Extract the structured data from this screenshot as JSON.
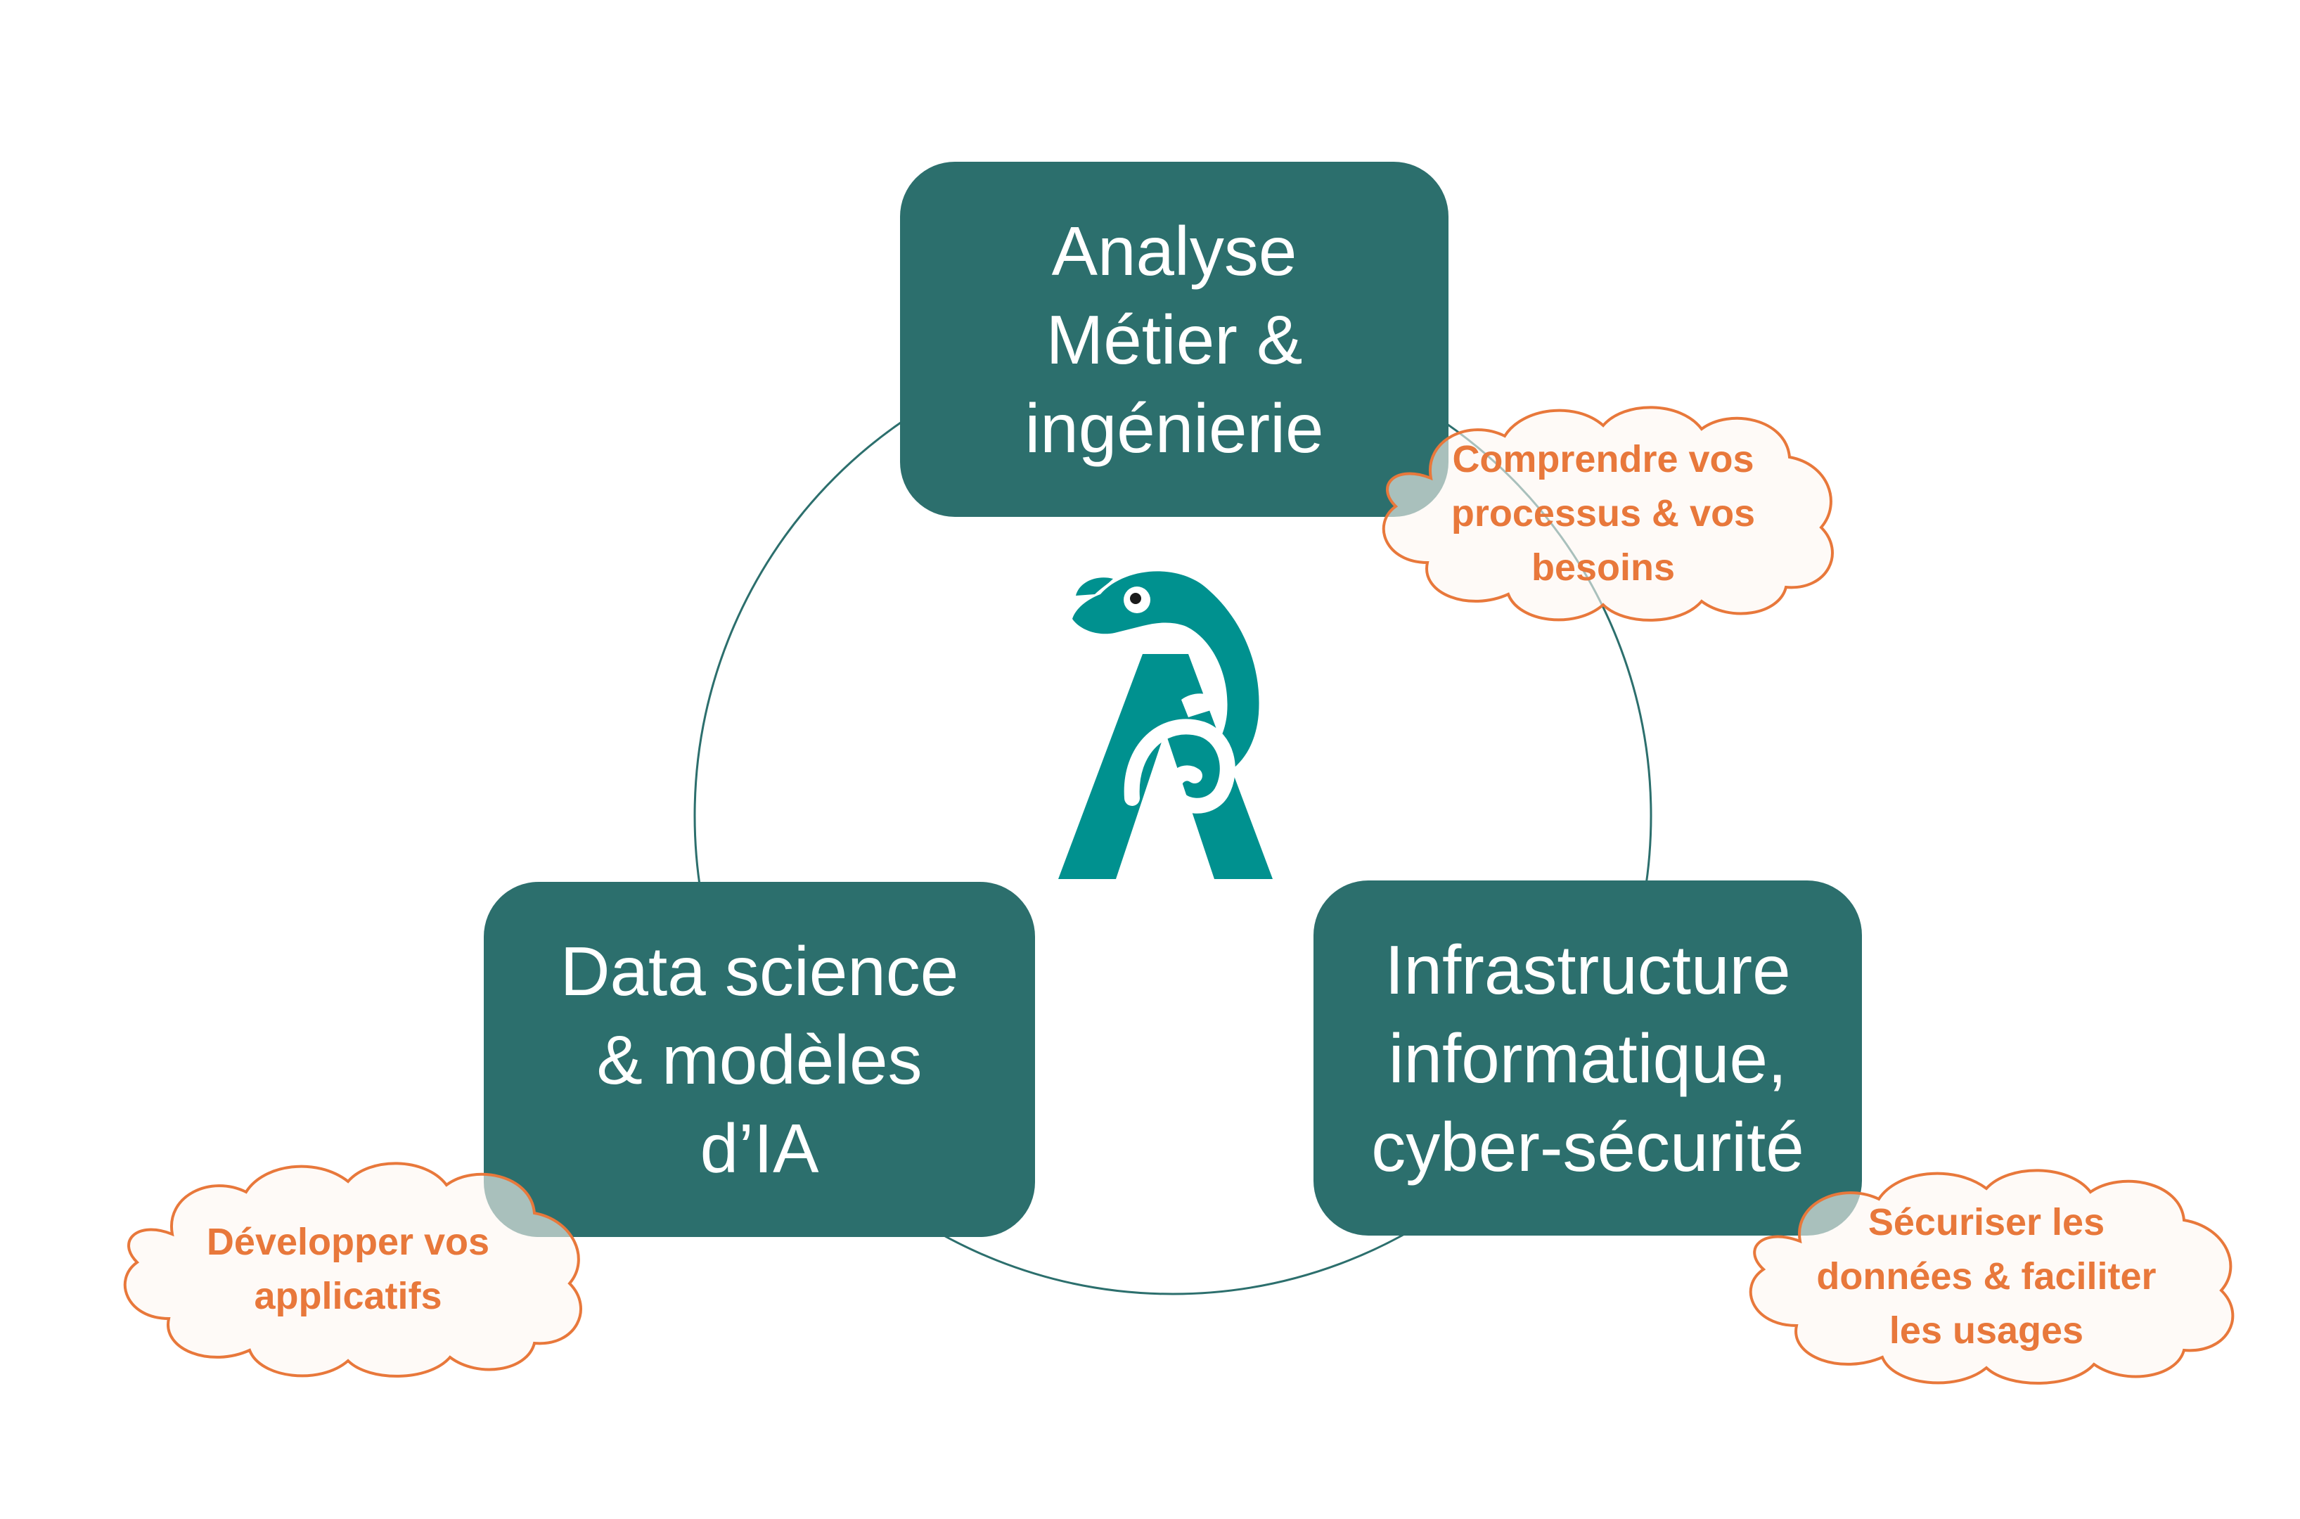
{
  "colors": {
    "box_fill": "#2c6f6d",
    "box_text": "#ffffff",
    "cloud_stroke": "#e8783b",
    "cloud_fill": "#fdf6f2",
    "cloud_text": "#e8783b",
    "ring_stroke": "#2c6f6d",
    "logo_teal": "#00918f"
  },
  "boxes": {
    "top": {
      "lines": [
        "Analyse",
        "Métier &",
        "ingénierie"
      ]
    },
    "left": {
      "lines": [
        "Data science",
        "& modèles",
        "d’IA"
      ]
    },
    "right": {
      "lines": [
        "Infrastructure",
        "informatique,",
        "cyber-sécurité"
      ]
    }
  },
  "clouds": {
    "top": {
      "lines": [
        "Comprendre vos",
        "processus & vos",
        "besoins"
      ]
    },
    "left": {
      "lines": [
        "Développer vos",
        "applicatifs"
      ]
    },
    "right": {
      "lines": [
        "Sécuriser les",
        "données & faciliter",
        "les usages"
      ]
    }
  },
  "icons": {
    "center_logo": "chameleon-letter-a-logo-icon",
    "cloud_shape": "thought-cloud-icon"
  }
}
